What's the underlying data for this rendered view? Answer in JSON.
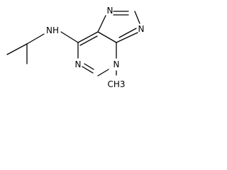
{
  "molecule": {
    "atom_labels": {
      "amine_nh": "NH",
      "n7": "N",
      "n9": "N",
      "n3": "N",
      "n1": "N",
      "methyl": "CH3"
    }
  }
}
